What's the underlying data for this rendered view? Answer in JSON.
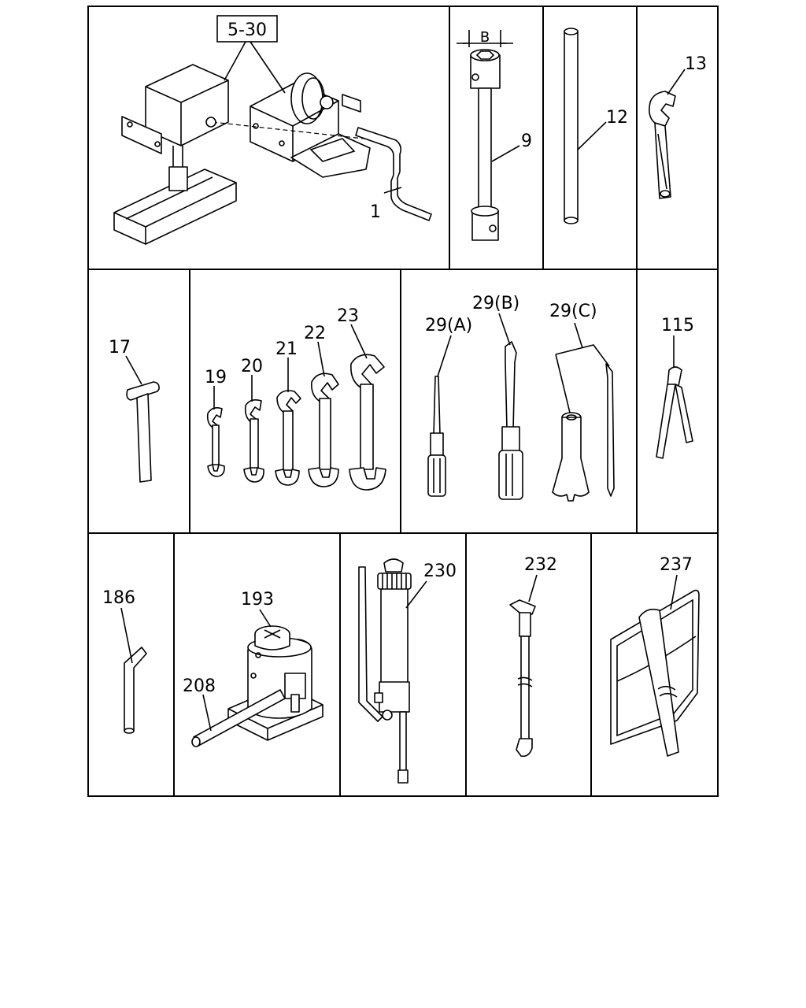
{
  "labels": {
    "winch_set": "5-30",
    "crank_handle": "1",
    "box_wrench": "9",
    "box_wrench_size": "B",
    "bar": "12",
    "adjustable_wrench": "13",
    "hammer": "17",
    "wrench_19": "19",
    "wrench_20": "20",
    "wrench_21": "21",
    "wrench_22": "22",
    "wrench_23": "23",
    "screwdriver_a": "29(A)",
    "screwdriver_b": "29(B)",
    "screwdriver_c": "29(C)",
    "pliers": "115",
    "tire_lever": "186",
    "jack": "193",
    "jack_handle": "208",
    "grease_gun": "230",
    "hose": "232",
    "tool_bag": "237"
  }
}
